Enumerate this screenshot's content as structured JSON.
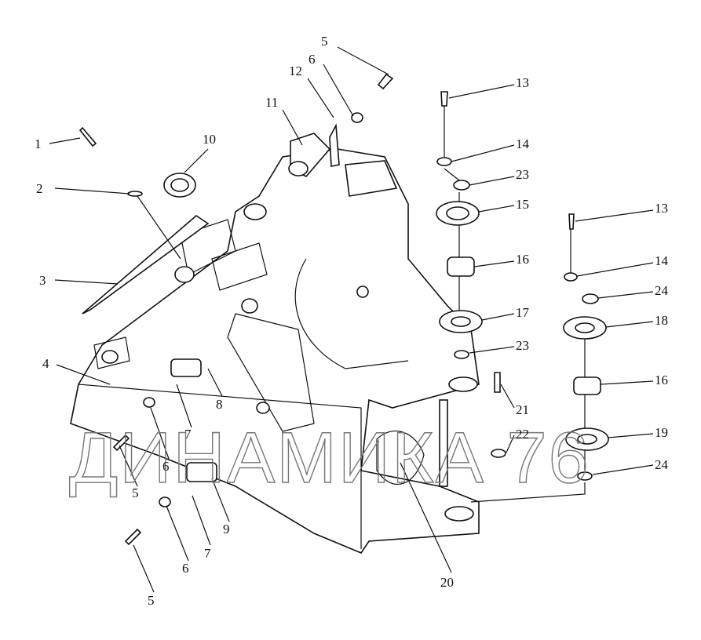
{
  "watermark": "ДИНАМИКА 76",
  "callouts": [
    {
      "id": "c1",
      "label": "1"
    },
    {
      "id": "c2",
      "label": "2"
    },
    {
      "id": "c3",
      "label": "3"
    },
    {
      "id": "c4",
      "label": "4"
    },
    {
      "id": "c5a",
      "label": "5"
    },
    {
      "id": "c6a",
      "label": "6"
    },
    {
      "id": "c12",
      "label": "12"
    },
    {
      "id": "c11",
      "label": "11"
    },
    {
      "id": "c10",
      "label": "10"
    },
    {
      "id": "c13a",
      "label": "13"
    },
    {
      "id": "c14a",
      "label": "14"
    },
    {
      "id": "c23a",
      "label": "23"
    },
    {
      "id": "c15",
      "label": "15"
    },
    {
      "id": "c16a",
      "label": "16"
    },
    {
      "id": "c17",
      "label": "17"
    },
    {
      "id": "c23b",
      "label": "23"
    },
    {
      "id": "c13b",
      "label": "13"
    },
    {
      "id": "c14b",
      "label": "14"
    },
    {
      "id": "c24a",
      "label": "24"
    },
    {
      "id": "c18",
      "label": "18"
    },
    {
      "id": "c16b",
      "label": "16"
    },
    {
      "id": "c19",
      "label": "19"
    },
    {
      "id": "c24b",
      "label": "24"
    },
    {
      "id": "c21",
      "label": "21"
    },
    {
      "id": "c22",
      "label": "22"
    },
    {
      "id": "c20",
      "label": "20"
    },
    {
      "id": "c8",
      "label": "8"
    },
    {
      "id": "c7a",
      "label": "7"
    },
    {
      "id": "c6b",
      "label": "6"
    },
    {
      "id": "c5b",
      "label": "5"
    },
    {
      "id": "c9",
      "label": "9"
    },
    {
      "id": "c7b",
      "label": "7"
    },
    {
      "id": "c6c",
      "label": "6"
    },
    {
      "id": "c5c",
      "label": "5"
    }
  ]
}
